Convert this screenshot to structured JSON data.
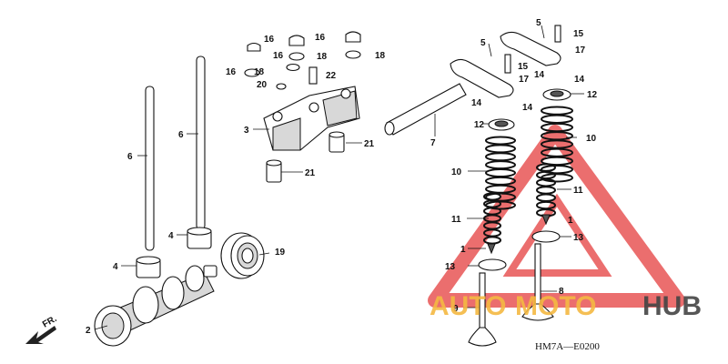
{
  "diagram": {
    "code": "HM7A—E0200",
    "front_marker": "FR.",
    "labels": {
      "camshaft": "2",
      "rocker_holder": "3",
      "pushrod_lifter_left": "4",
      "pushrod_lifter_mid": "4",
      "rocker_arm_left": "5",
      "rocker_arm_right": "5",
      "pushrod_left": "6",
      "pushrod_mid": "6",
      "rocker_shaft": "7",
      "exhaust_valve": "8",
      "intake_valve": "9",
      "outer_spring_left": "10",
      "outer_spring_right": "10",
      "inner_spring_left": "11",
      "inner_spring_right": "11",
      "retainer_left": "12",
      "retainer_right": "12",
      "spring_seat_left": "13",
      "spring_seat_right": "13",
      "cotter_left": "1",
      "cotter_right": "1",
      "nut_a": "14",
      "nut_b": "14",
      "nut_c": "14",
      "nut_d": "14",
      "adjuster_left": "15",
      "adjuster_right": "15",
      "cap_nut_a": "16",
      "cap_nut_b": "16",
      "cap_nut_c": "16",
      "cap_nut_d": "16",
      "cap_nut_e": "16",
      "washer_a": "17",
      "washer_b": "17",
      "washer_c": "18",
      "washer_d": "18",
      "washer_e": "18",
      "bearing": "19",
      "washer_f": "20",
      "dowel_a": "21",
      "dowel_b": "21",
      "bolt": "22"
    }
  },
  "watermark": {
    "part1": "AUTO",
    "part2": "MOTO",
    "part3": "HUB",
    "color_orange": "#f4b942",
    "color_dark": "#444444",
    "color_red": "#e85555"
  }
}
